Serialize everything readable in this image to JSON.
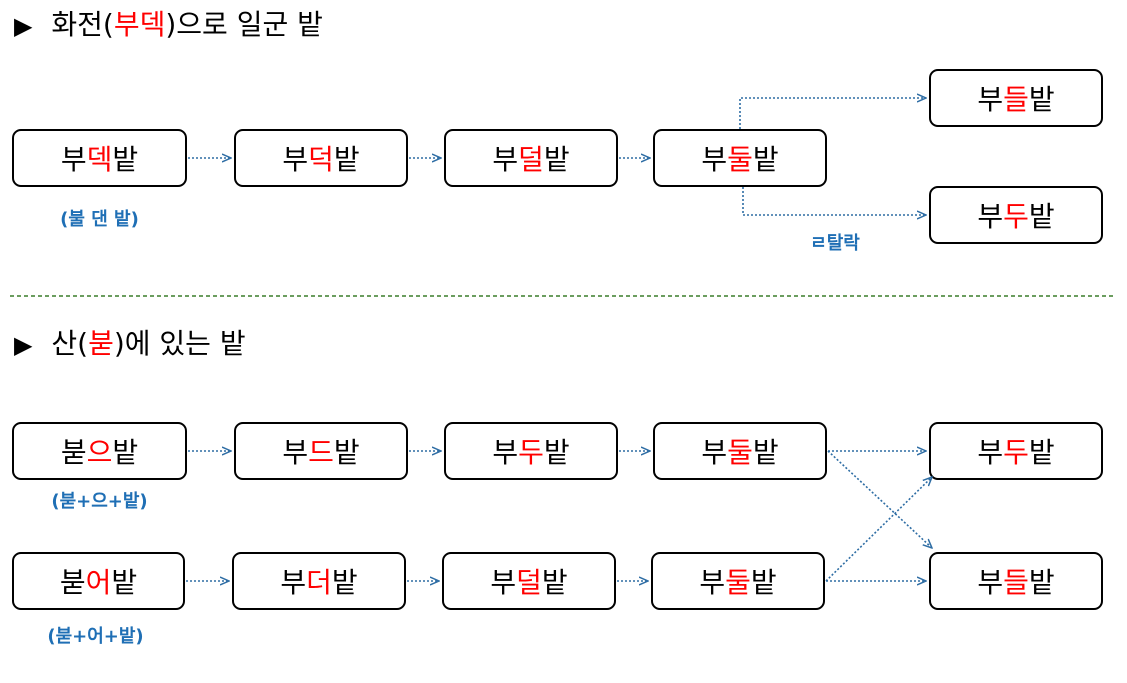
{
  "section1": {
    "heading": {
      "marker": "▶",
      "pre": " 화전(",
      "hl": "부덱",
      "post": ")으로 일군 밭"
    },
    "boxes": {
      "b1": {
        "pre": "부",
        "hl": "덱",
        "post": "밭"
      },
      "b2": {
        "pre": "부",
        "hl": "덕",
        "post": "밭"
      },
      "b3": {
        "pre": "부",
        "hl": "덜",
        "post": "밭"
      },
      "b4": {
        "pre": "부",
        "hl": "둘",
        "post": "밭"
      },
      "b5": {
        "pre": "부",
        "hl": "들",
        "post": "밭"
      },
      "b6": {
        "pre": "부",
        "hl": "두",
        "post": "밭"
      }
    },
    "note_b1": "(불 댄 밭)",
    "note_drop": "ㄹ탈락"
  },
  "section2": {
    "heading": {
      "marker": "▶",
      "pre": " 산(",
      "hl": "붇",
      "post": ")에 있는 밭"
    },
    "boxes": {
      "r1a": {
        "pre": "붇",
        "hl": "으",
        "post": "밭"
      },
      "r1b": {
        "pre": "부",
        "hl": "드",
        "post": "밭"
      },
      "r1c": {
        "pre": "부",
        "hl": "두",
        "post": "밭"
      },
      "r1d": {
        "pre": "부",
        "hl": "둘",
        "post": "밭"
      },
      "r1e": {
        "pre": "부",
        "hl": "두",
        "post": "밭"
      },
      "r2a": {
        "pre": "붇",
        "hl": "어",
        "post": "밭"
      },
      "r2b": {
        "pre": "부",
        "hl": "더",
        "post": "밭"
      },
      "r2c": {
        "pre": "부",
        "hl": "덜",
        "post": "밭"
      },
      "r2d": {
        "pre": "부",
        "hl": "둘",
        "post": "밭"
      },
      "r2e": {
        "pre": "부",
        "hl": "들",
        "post": "밭"
      }
    },
    "note_r1": "(붇+으+밭)",
    "note_r2": "(붇+어+밭)"
  },
  "colors": {
    "highlight": "#ff0000",
    "note": "#1f6fb5",
    "arrow": "#2e6da4",
    "divider": "#3a7d2a"
  }
}
